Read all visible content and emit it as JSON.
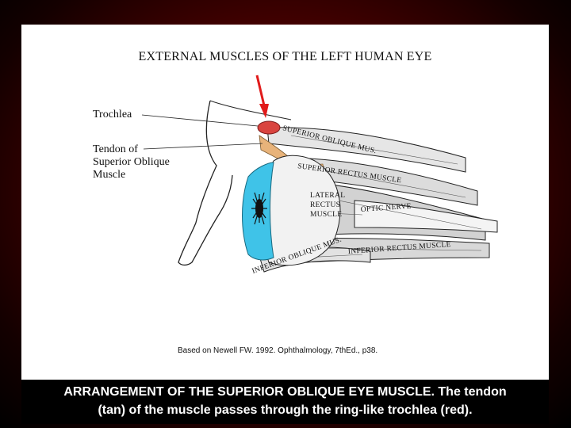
{
  "figure": {
    "title": "EXTERNAL MUSCLES OF THE LEFT HUMAN EYE",
    "credit": "Based on Newell FW. 1992. Ophthalmology, 7thEd., p38."
  },
  "callouts": {
    "trochlea": "Trochlea",
    "tendon_line1": "Tendon of",
    "tendon_line2": "Superior Oblique",
    "tendon_line3": "Muscle"
  },
  "muscle_labels": {
    "superior_oblique_1": "SUPERIOR OBLIQUE MUS.",
    "superior_rectus": "SUPERIOR RECTUS MUSCLE",
    "lateral_1": "LATERAL",
    "lateral_2": "RECTUS",
    "lateral_3": "MUSCLE",
    "optic_nerve": "OPTIC NERVE",
    "inferior_rectus": "INFERIOR RECTUS MUSCLE",
    "inferior_oblique": "INFERIOR OBLIQUE MUS."
  },
  "caption": {
    "line1": "ARRANGEMENT OF THE SUPERIOR OBLIQUE EYE MUSCLE. The tendon",
    "line2": "(tan) of the muscle passes through the ring-like trochlea (red)."
  },
  "colors": {
    "trochlea": "#d9443f",
    "tendon": "#e8b37a",
    "cornea": "#3fc3e8",
    "arrow": "#e11b1b",
    "background": "#5a0000",
    "caption_band": "#000000"
  }
}
